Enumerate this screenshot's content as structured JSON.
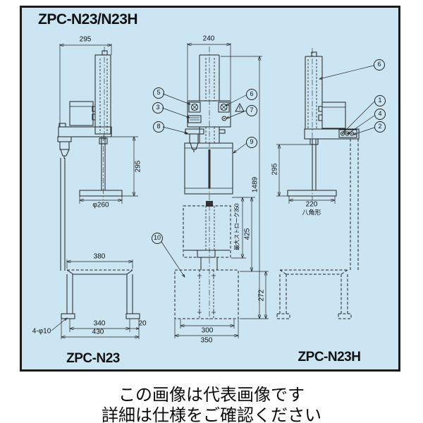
{
  "title": "ZPC-N23/N23H",
  "models": {
    "left": "ZPC-N23",
    "right": "ZPC-N23H"
  },
  "footer": {
    "line1": "この画像は代表画像です",
    "line2": "詳細は仕様をご確認ください"
  },
  "dims": {
    "left_top_depth": "295",
    "left_shaft_height": "295",
    "left_base_dia": "φ260",
    "table_top_width": "380",
    "table_holes": "4-φ10",
    "table_leg_span": "340",
    "table_edge_offset": "20",
    "table_overall_width": "430",
    "center_head_width": "240",
    "center_max_stroke": "最大ストローク350",
    "center_travel": "425",
    "center_overall_height": "1489",
    "center_container_height": "272",
    "center_base_inner": "300",
    "center_base_width": "350",
    "right_shaft_height": "295",
    "right_base_width": "220",
    "right_base_shape": "八角形"
  },
  "callouts": {
    "n1": "1",
    "n2": "2",
    "n3": "3",
    "n4": "4",
    "n5": "5",
    "n6": "6",
    "n7": "7",
    "n8": "8",
    "n9": "9",
    "n10": "10"
  },
  "warning_mark": "!",
  "colors": {
    "panel_bg": "#cbe5f2",
    "line": "#222222"
  }
}
